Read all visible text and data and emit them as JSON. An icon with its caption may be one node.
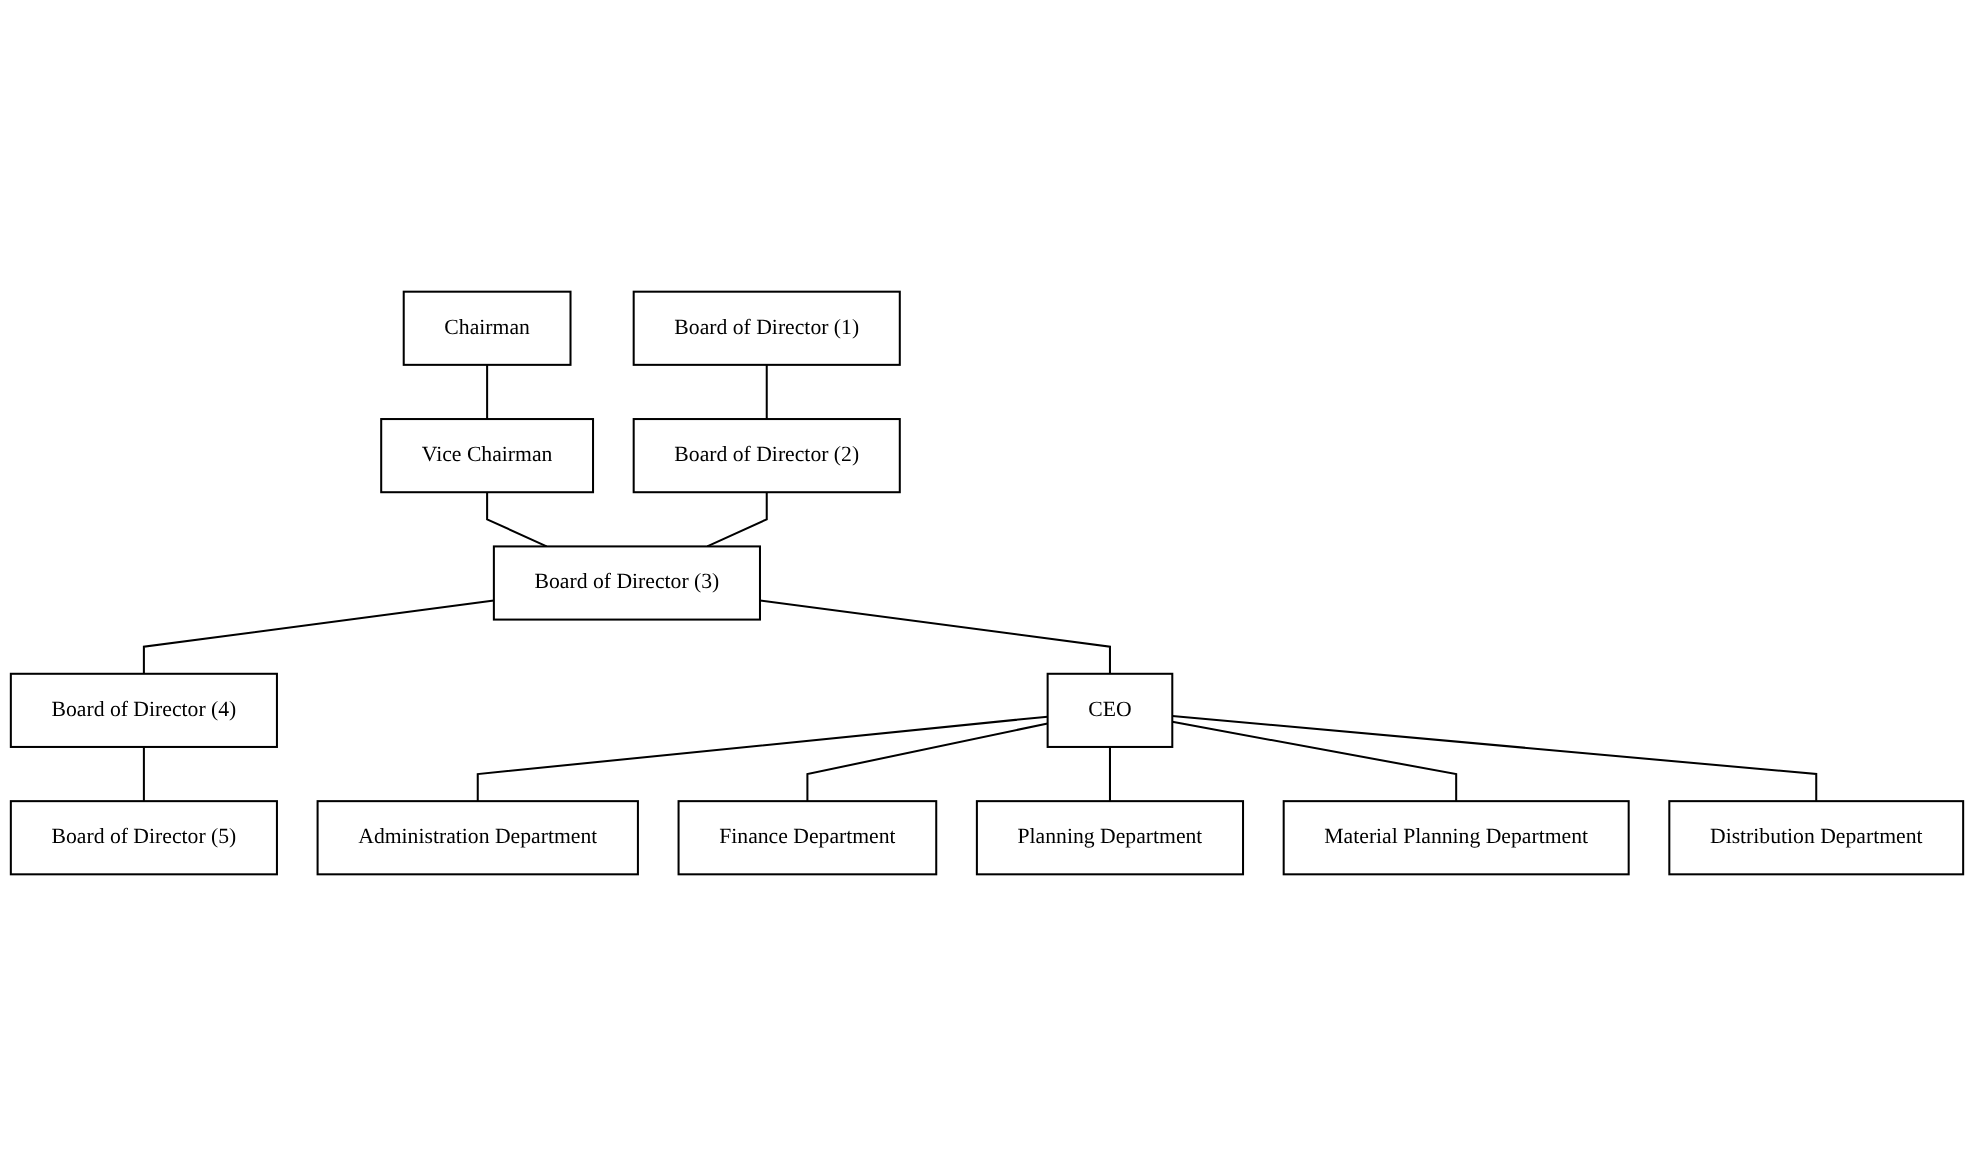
{
  "diagram": {
    "nodes": [
      {
        "text": [
          "Chairman"
        ]
      },
      {
        "text": [
          "Vice Chairman"
        ]
      },
      {
        "text": [
          "Board of Director (1)"
        ]
      },
      {
        "text": [
          "Board of Director (2)"
        ]
      },
      {
        "text": [
          "Board of Director (3)"
        ]
      },
      {
        "text": [
          "Board of Director (4)"
        ]
      },
      {
        "text": [
          "Board of Director (5)"
        ]
      },
      {
        "text": [
          "CEO"
        ]
      },
      {
        "text": [
          "Administration Department"
        ]
      },
      {
        "text": [
          "Finance Department"
        ]
      },
      {
        "text": [
          "Planning Department"
        ]
      },
      {
        "text": [
          "Material Planning Department"
        ]
      },
      {
        "text": [
          "Distribution Department"
        ]
      }
    ],
    "edges": [
      {
        "from": 0,
        "to": 1,
        "arrow": "none"
      },
      {
        "from": 1,
        "to": 4,
        "arrow": "none"
      },
      {
        "from": 2,
        "to": 3,
        "arrow": "none"
      },
      {
        "from": 3,
        "to": 4,
        "arrow": "none"
      },
      {
        "from": 4,
        "to": 5,
        "arrow": "none"
      },
      {
        "from": 5,
        "to": 6,
        "arrow": "none"
      },
      {
        "from": 4,
        "to": 7,
        "arrow": "none"
      },
      {
        "from": 7,
        "to": 8,
        "arrow": "none"
      },
      {
        "from": 7,
        "to": 9,
        "arrow": "none"
      },
      {
        "from": 7,
        "to": 10,
        "arrow": "none"
      },
      {
        "from": 7,
        "to": 11,
        "arrow": "none"
      },
      {
        "from": 7,
        "to": 12,
        "arrow": "none"
      }
    ]
  }
}
